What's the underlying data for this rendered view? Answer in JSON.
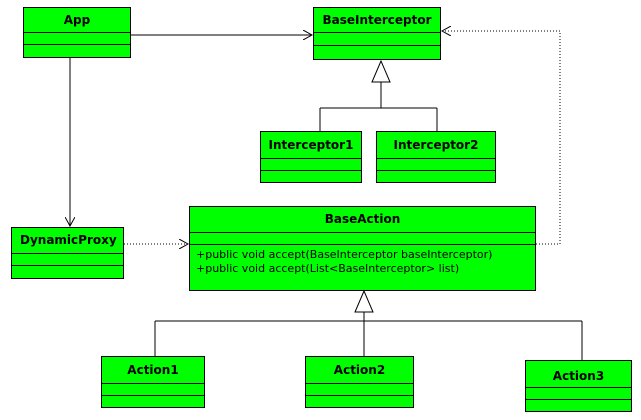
{
  "colors": {
    "class_fill": "#00ff00",
    "border": "#000000",
    "line": "#000000",
    "dotted_line": "#888888"
  },
  "classes": {
    "app": {
      "name": "App"
    },
    "base_interceptor": {
      "name": "BaseInterceptor"
    },
    "interceptor1": {
      "name": "Interceptor1"
    },
    "interceptor2": {
      "name": "Interceptor2"
    },
    "dynamic_proxy": {
      "name": "DynamicProxy"
    },
    "base_action": {
      "name": "BaseAction",
      "operations": [
        "+public void accept(BaseInterceptor baseInterceptor)",
        "+public void accept(List<BaseInterceptor> list)"
      ]
    },
    "action1": {
      "name": "Action1"
    },
    "action2": {
      "name": "Action2"
    },
    "action3": {
      "name": "Action3"
    }
  }
}
